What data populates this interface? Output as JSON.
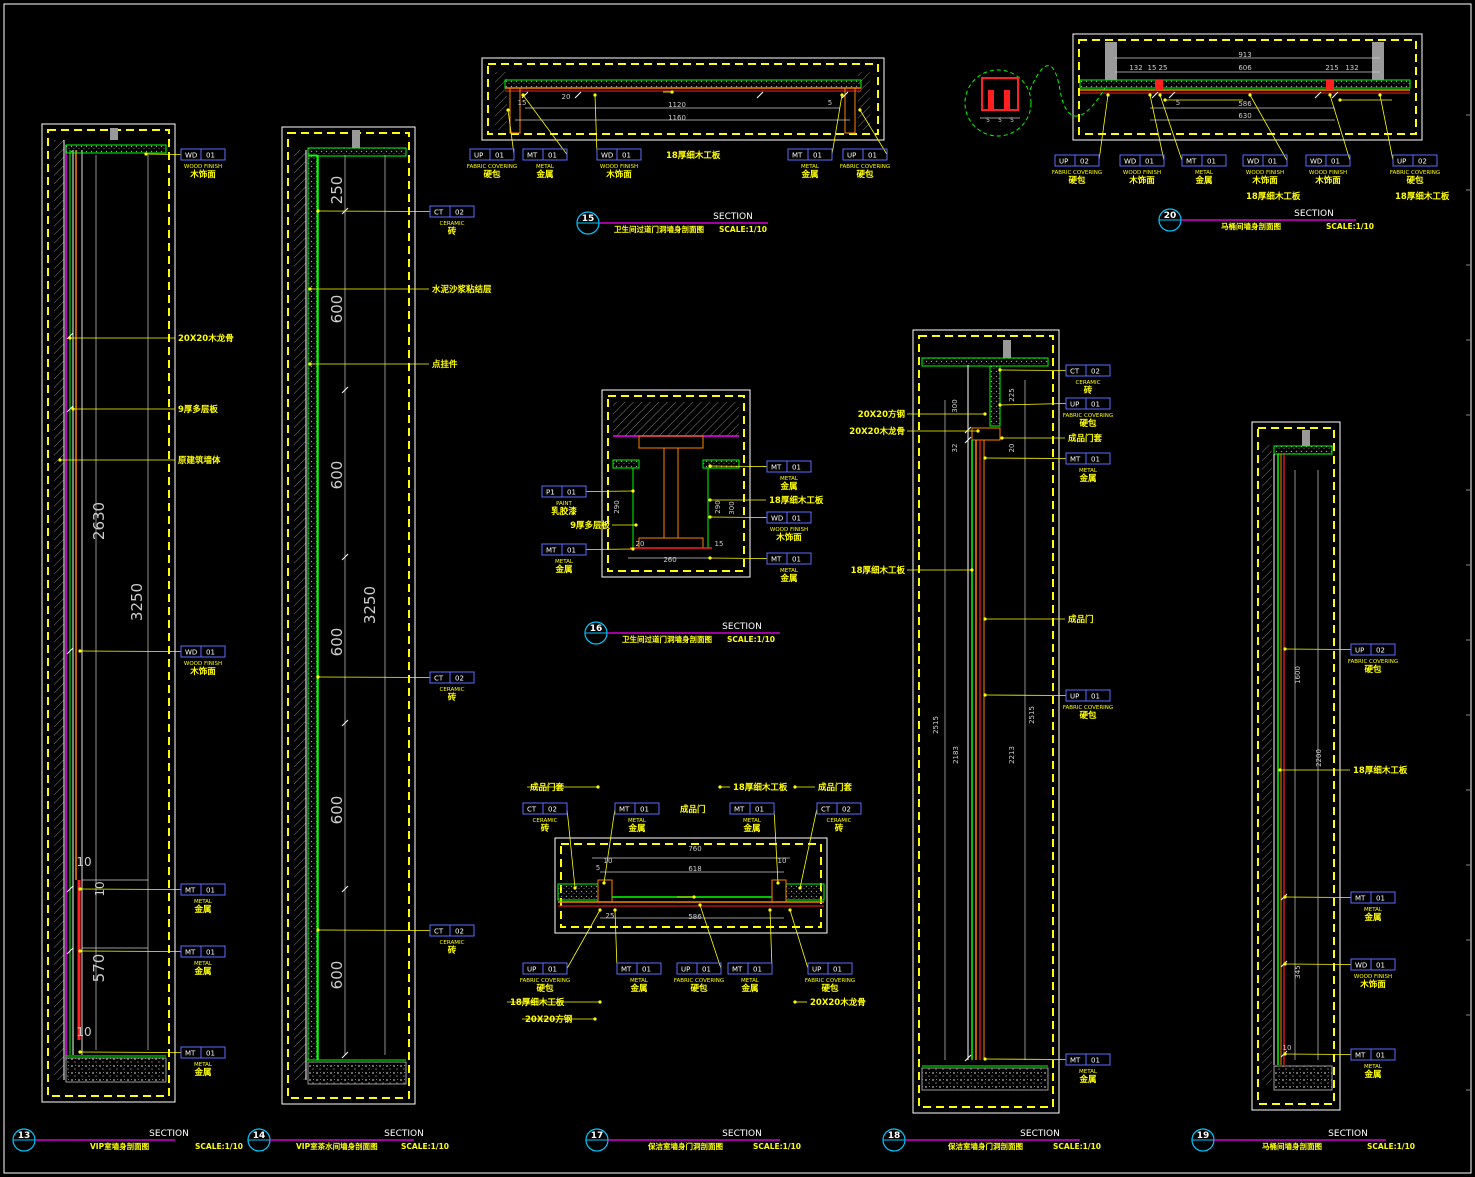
{
  "colors": {
    "background": "#000000",
    "frame": "#ffffff",
    "dashed": "#ffff00",
    "tag": "#5a6cff",
    "leader": "#ffff00",
    "text": "#ffff00",
    "green": "#00ff00",
    "magenta": "#ff00ff",
    "red": "#ff2020",
    "orange": "#ff8000",
    "gray": "#9a9a9a",
    "dim": "#cccccc"
  },
  "sections": [
    {
      "id": "s13",
      "number": "13",
      "word": "SECTION",
      "title": "VIP室墙身剖面图",
      "scale": "SCALE:1/10"
    },
    {
      "id": "s14",
      "number": "14",
      "word": "SECTION",
      "title": "VIP室茶水间墙身剖面图",
      "scale": "SCALE:1/10"
    },
    {
      "id": "s15",
      "number": "15",
      "word": "SECTION",
      "title": "卫生间过道门洞墙身剖面图",
      "scale": "SCALE:1/10"
    },
    {
      "id": "s16",
      "number": "16",
      "word": "SECTION",
      "title": "卫生间过道门洞墙身剖面图",
      "scale": "SCALE:1/10"
    },
    {
      "id": "s17",
      "number": "17",
      "word": "SECTION",
      "title": "保洁室墙身门洞剖面图",
      "scale": "SCALE:1/10"
    },
    {
      "id": "s18",
      "number": "18",
      "word": "SECTION",
      "title": "保洁室墙身门洞剖面图",
      "scale": "SCALE:1/10"
    },
    {
      "id": "s19",
      "number": "19",
      "word": "SECTION",
      "title": "马桶间墙身剖面图",
      "scale": "SCALE:1/10"
    },
    {
      "id": "s20",
      "number": "20",
      "word": "SECTION",
      "title": "马桶间墙身剖面图",
      "scale": "SCALE:1/10"
    }
  ],
  "materials": {
    "WD01": {
      "code": "WD",
      "num": "01",
      "en": "WOOD FINISH",
      "cn": "木饰面"
    },
    "MT01": {
      "code": "MT",
      "num": "01",
      "en": "METAL",
      "cn": "金属"
    },
    "CT02": {
      "code": "CT",
      "num": "02",
      "en": "CERAMIC",
      "cn": "砖"
    },
    "UP01": {
      "code": "UP",
      "num": "01",
      "en": "FABRIC COVERING",
      "cn": "硬包"
    },
    "UP02": {
      "code": "UP",
      "num": "02",
      "en": "FABRIC COVERING",
      "cn": "硬包"
    },
    "P101": {
      "code": "P1",
      "num": "01",
      "en": "PAINT",
      "cn": "乳胶漆"
    }
  },
  "notes": {
    "n1": "20X20木龙骨",
    "n2": "9厚多层板",
    "n3": "原建筑墙体",
    "n4": "水泥沙浆粘结层",
    "n5": "点挂件",
    "n6": "18厚细木工板",
    "n7": "成品门套",
    "n8": "成品门",
    "n9": "20X20方钢"
  },
  "dims": {
    "s13": [
      "2630",
      "3250",
      "10",
      "10",
      "570",
      "10"
    ],
    "s14": [
      "250",
      "600",
      "600",
      "600",
      "600",
      "600",
      "3250"
    ],
    "s15": [
      "1120",
      "1160",
      "15",
      "20",
      "5"
    ],
    "s16": [
      "260",
      "290",
      "290",
      "300",
      "15",
      "20"
    ],
    "s17": [
      "760",
      "618",
      "586",
      "10",
      "10",
      "5",
      "25"
    ],
    "s18": [
      "300",
      "225",
      "2515",
      "2183",
      "2213",
      "2515",
      "20",
      "32"
    ],
    "s19": [
      "1600",
      "2200",
      "345",
      "10"
    ],
    "s20": [
      "913",
      "606",
      "586",
      "630",
      "132",
      "15",
      "25",
      "5",
      "215",
      "132",
      "5",
      "5",
      "5"
    ]
  }
}
